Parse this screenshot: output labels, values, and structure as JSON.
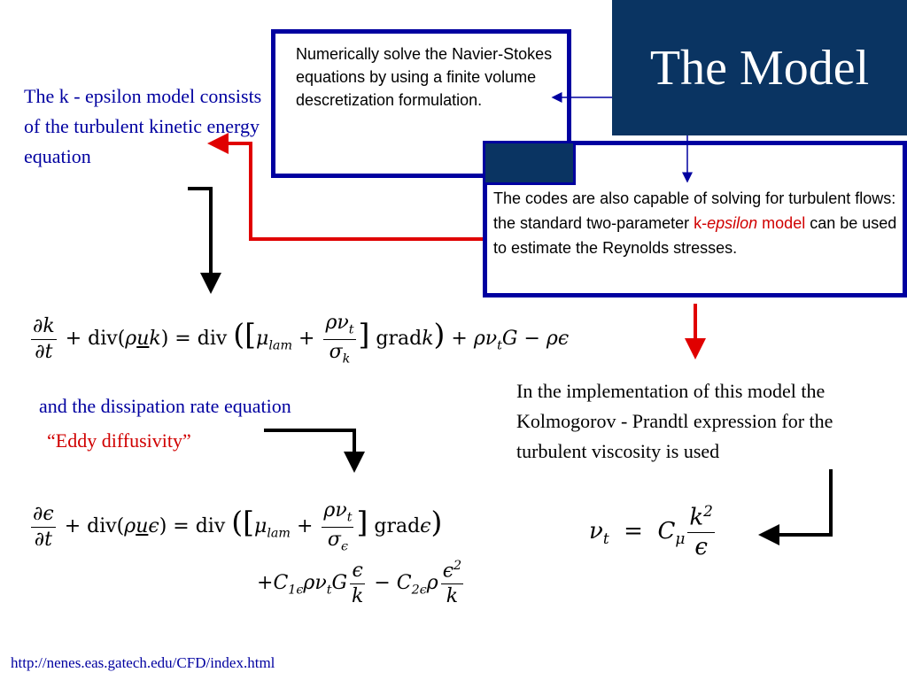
{
  "slide": {
    "title": "The Model",
    "numerical_box": "Numerically solve the Navier-Stokes  equations by using a finite volume descretization formulation.",
    "codes_box": {
      "part1": "The codes are also capable of solving for turbulent flows: the standard two-parameter ",
      "k_dash": "k-",
      "epsilon": "epsilon",
      "model": " model",
      "part2": " can be used to estimate the Reynolds stresses."
    },
    "k_epsilon_desc": "The k - epsilon model consists of the turbulent kinetic energy equation",
    "dissipation_text": "and the dissipation rate equation",
    "eddy_text": "“Eddy diffusivity”",
    "implementation_text": "In the implementation of this model the Kolmogorov - Prandtl expression for the turbulent viscosity is used",
    "source_url": "http://nenes.eas.gatech.edu/CFD/index.html"
  },
  "colors": {
    "title_bg": "#0a3462",
    "box_border": "#0000a0",
    "text_blue": "#0000a0",
    "accent_red": "#d00000"
  }
}
